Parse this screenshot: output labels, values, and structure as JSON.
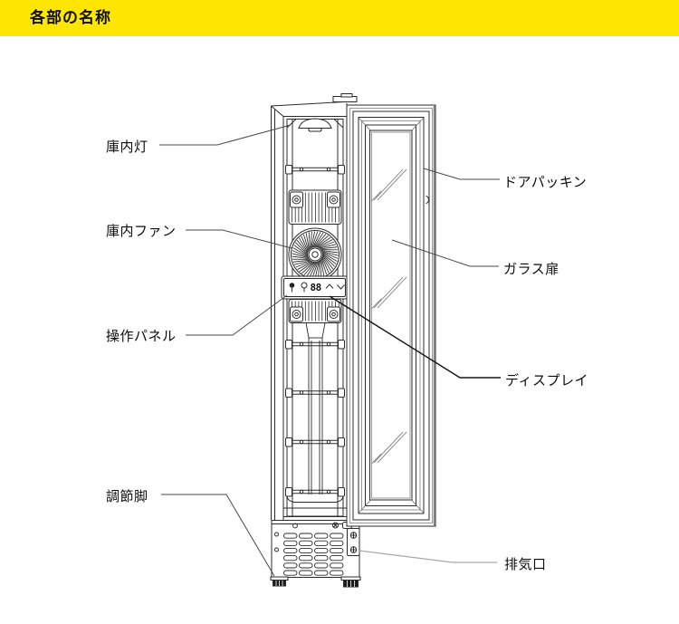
{
  "header": {
    "title": "各部の名称"
  },
  "colors": {
    "header_bg": "#FFE600",
    "line": "#2b2b2b",
    "page_bg": "#ffffff"
  },
  "labels": {
    "interior_light": "庫内灯",
    "interior_fan": "庫内ファン",
    "control_panel": "操作パネル",
    "leveling_feet": "調節脚",
    "door_gasket": "ドアパッキン",
    "glass_door": "ガラス扉",
    "display": "ディスプレイ",
    "exhaust_vent": "排気口"
  },
  "control_panel_display": {
    "value": "88"
  }
}
